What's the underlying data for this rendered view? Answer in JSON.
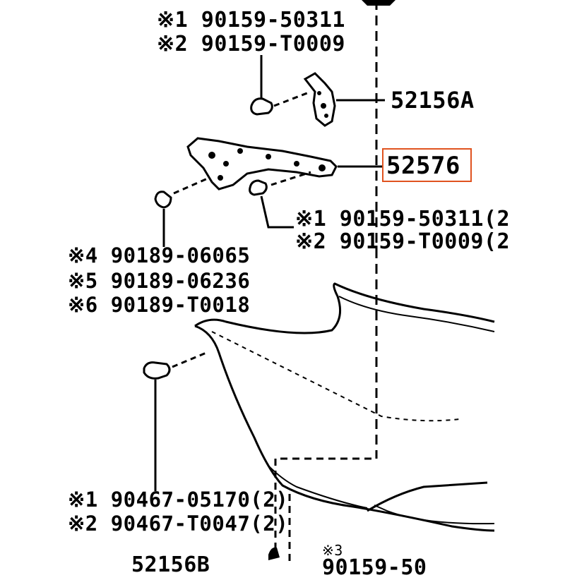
{
  "colors": {
    "ink": "#000000",
    "highlight": "#e0531f",
    "background": "#ffffff"
  },
  "labels": {
    "bolt_top_1": "※1 90159-50311",
    "bolt_top_2": "※2 90159-T0009",
    "part_52156A": "52156A",
    "part_52576": "52576",
    "bolt_mid_1": "※1 90159-50311(2",
    "bolt_mid_2": "※2 90159-T0009(2",
    "clip_4": "※4 90189-06065",
    "clip_5": "※5 90189-06236",
    "clip_6": "※6 90189-T0018",
    "retainer_1": "※1 90467-05170(2)",
    "retainer_2": "※2 90467-T0047(2)",
    "bottom_mark_3": "※3",
    "bottom_partial_left": "52156B",
    "bottom_partial_right": "90159-50"
  },
  "highlighted_part": "52576"
}
